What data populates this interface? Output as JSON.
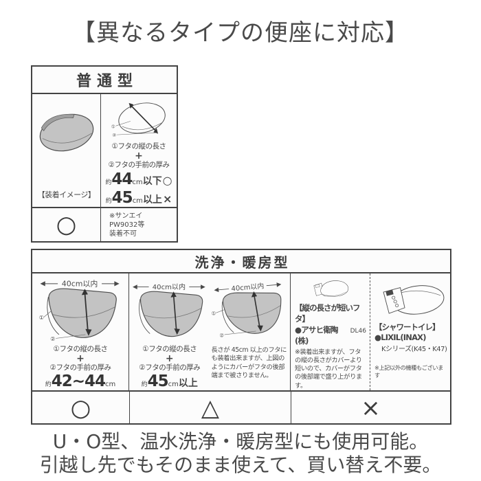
{
  "title": "【異なるタイプの便座に対応】",
  "normal_table": {
    "header": "普通型",
    "install_caption": "【装着イメージ】",
    "diagram_labels": {
      "l1": "①",
      "l2": "②"
    },
    "measure": {
      "line1": "①フタの縦の長さ",
      "plus": "+",
      "line2": "②フタの手前の厚み",
      "ok": {
        "prefix": "約",
        "value": "44",
        "unit": "cm",
        "cond": "以下",
        "mark": "○"
      },
      "ng": {
        "prefix": "約",
        "value": "45",
        "unit": "cm",
        "cond": "以上",
        "mark": "×"
      }
    },
    "result_symbol": "○",
    "note": {
      "line1": "※サンエイ",
      "line2": "PW9032等",
      "line3": "装着不可"
    }
  },
  "washing_table": {
    "header": "洗浄・暖房型",
    "width_label": "40cm以内",
    "diagram_labels": {
      "l1": "①",
      "l2": "②"
    },
    "col1": {
      "line1": "①フタの縦の長さ",
      "plus": "+",
      "line2": "②フタの手前の厚み",
      "size_prefix": "約",
      "size_value": "42~44",
      "size_unit": "cm",
      "size_suffix": ""
    },
    "col2": {
      "line1": "①フタの縦の長さ",
      "plus": "+",
      "line2": "②フタの手前の厚み",
      "size_prefix": "約",
      "size_value": "45",
      "size_unit": "cm",
      "size_suffix": "以上"
    },
    "col3": {
      "note": "長さが 45cm 以上のフタにも装着出来ますが、上図のようにカバーがフタの後部端まで被さりません。"
    },
    "col4": {
      "title": "【縦の長さが短いフタ】",
      "brand": "●アサヒ衛陶(株)",
      "model": "DL46",
      "note": "※装着出来ますが、フタの縦の長さがカバーより短いので、カバーがフタの後部端で盛り上がります。"
    },
    "col5": {
      "title": "【シャワートイレ】",
      "brand": "●LIXIL(INAX)",
      "model": "Kシリーズ(K45・K47)",
      "note": "※上記以外の機種もございます"
    },
    "symbols": {
      "ok": "○",
      "partial": "△",
      "ng": "×"
    }
  },
  "footer": {
    "line1": "U・O型、温水洗浄・暖房型にも使用可能。",
    "line2": "引越し先でもそのまま使えて、買い替え不要。"
  },
  "colors": {
    "text": "#4a4a4a",
    "border": "#434343",
    "lid_fill": "#c3c3c3"
  }
}
